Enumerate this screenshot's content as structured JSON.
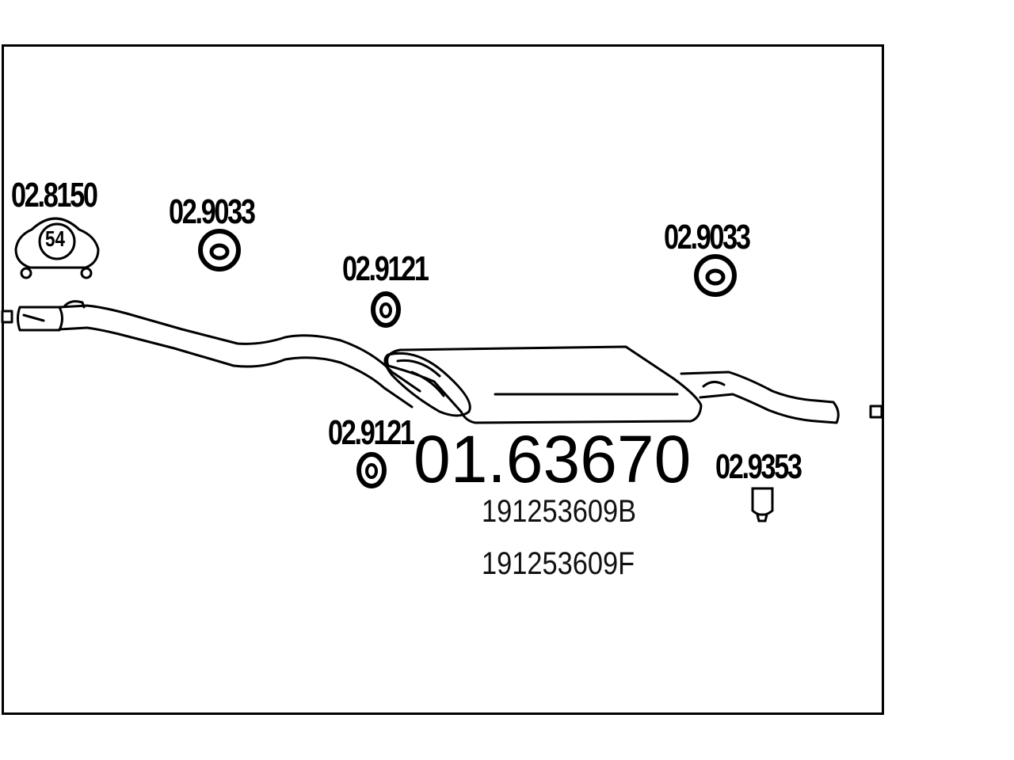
{
  "labels": {
    "clamp_left": "02.8150",
    "clamp_left_size": "54",
    "mount_a": "02.9033",
    "mount_b": "02.9121",
    "mount_c": "02.9033",
    "mount_d": "02.9121",
    "mount_e": "02.9353",
    "main_part": "01.63670",
    "oem_1": "191253609B",
    "oem_2": "191253609F"
  }
}
